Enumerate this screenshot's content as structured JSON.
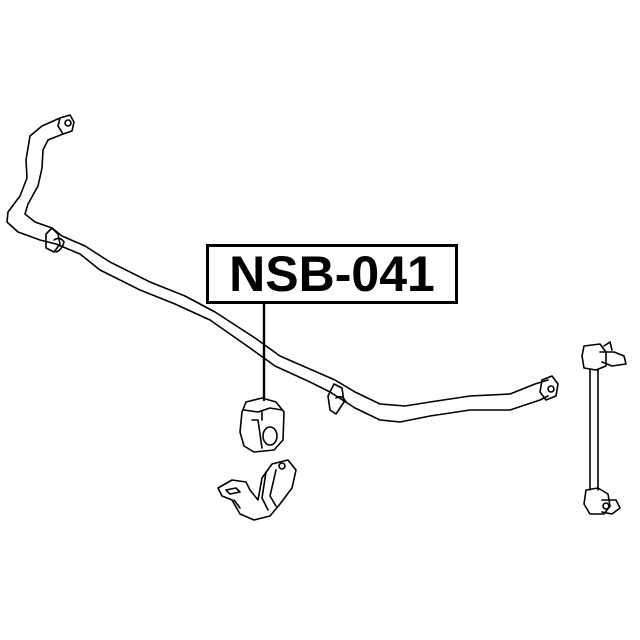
{
  "diagram": {
    "title_label": "NSB-041",
    "colors": {
      "line": "#000000",
      "background": "#ffffff"
    },
    "parts": [
      {
        "name": "stabilizer-bar",
        "description": "front stabilizer (anti-roll) bar"
      },
      {
        "name": "stabilizer-bushing",
        "description": "stabilizer bar bushing"
      },
      {
        "name": "bushing-bracket",
        "description": "bushing clamp bracket"
      },
      {
        "name": "stabilizer-link",
        "description": "stabilizer end link"
      }
    ]
  }
}
